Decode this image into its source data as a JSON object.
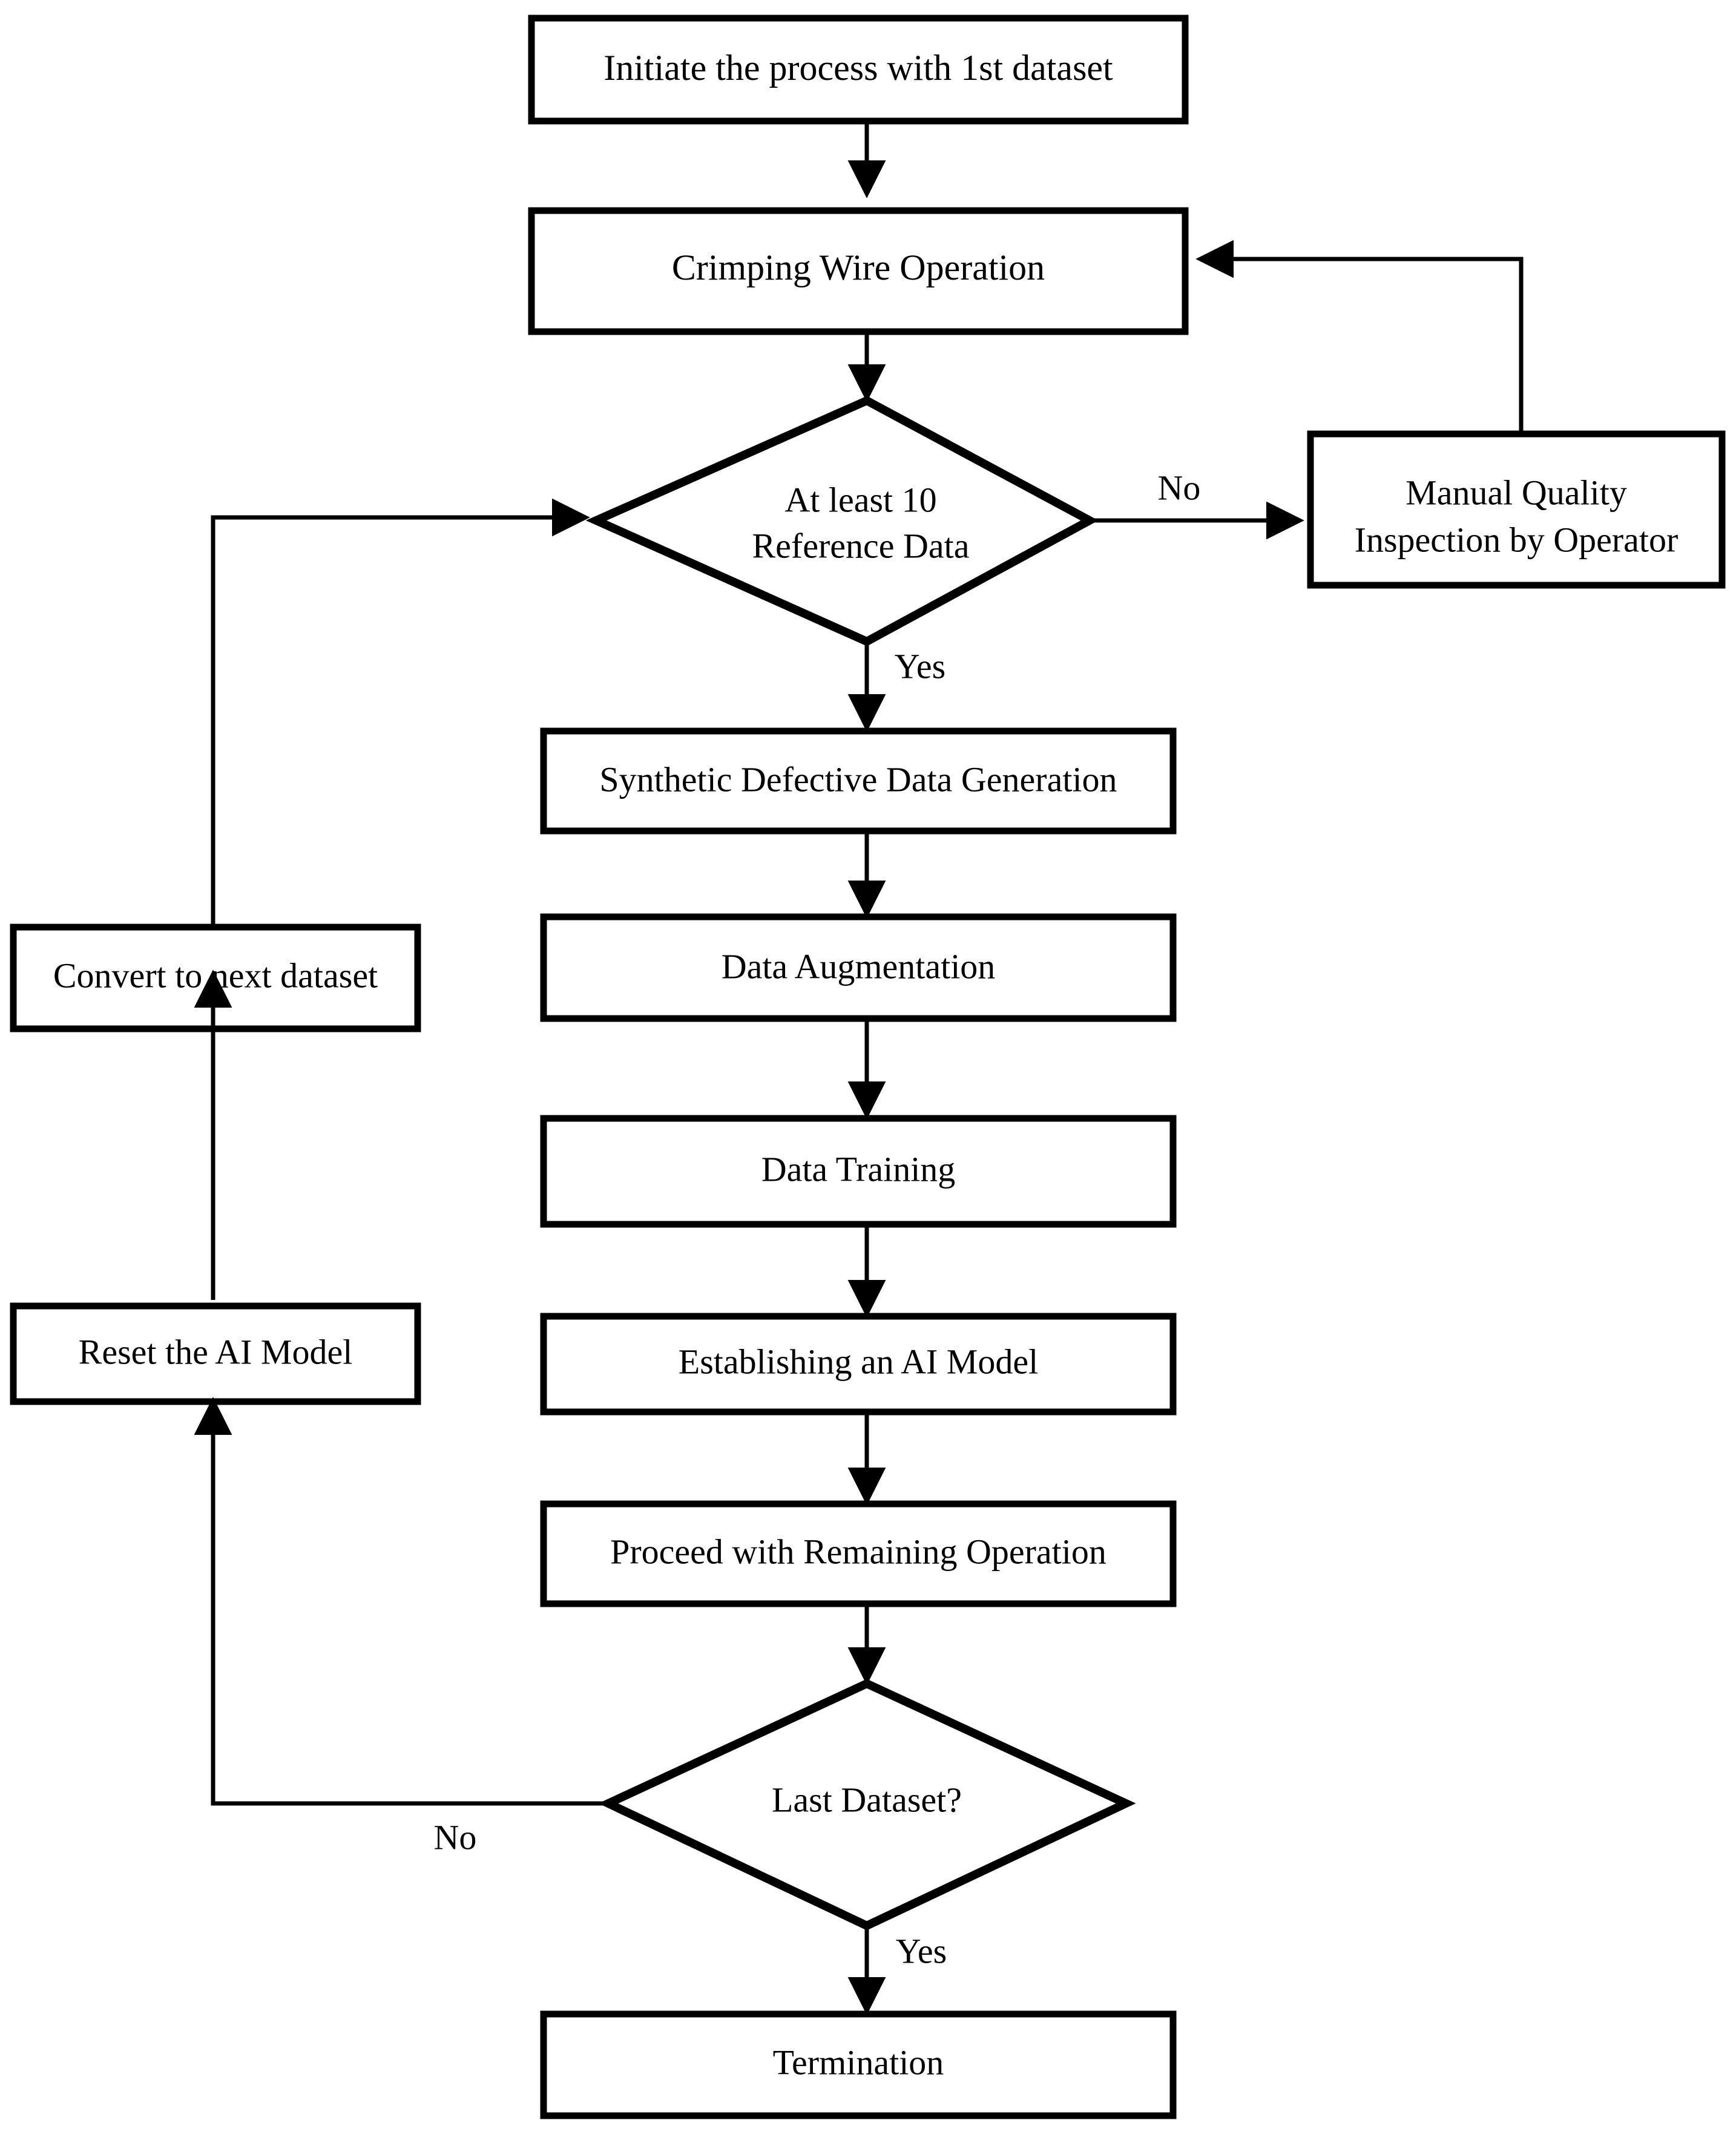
{
  "diagram": {
    "type": "flowchart",
    "orientation": "top-to-bottom",
    "background_color": "#ffffff",
    "line_color": "#000000",
    "text_color": "#000000",
    "nodes": [
      {
        "id": "start",
        "shape": "rectangle",
        "label": "Initiate the process with 1st dataset"
      },
      {
        "id": "crimping",
        "shape": "rectangle",
        "label": "Crimping Wire Operation"
      },
      {
        "id": "refdata",
        "shape": "diamond",
        "label_line1": "At least 10",
        "label_line2": "Reference Data"
      },
      {
        "id": "manual",
        "shape": "rectangle",
        "label_line1": "Manual Quality",
        "label_line2": "Inspection by Operator"
      },
      {
        "id": "synthetic",
        "shape": "rectangle",
        "label": "Synthetic Defective Data Generation"
      },
      {
        "id": "augment",
        "shape": "rectangle",
        "label": "Data Augmentation"
      },
      {
        "id": "training",
        "shape": "rectangle",
        "label": "Data Training"
      },
      {
        "id": "establish",
        "shape": "rectangle",
        "label": "Establishing an AI Model"
      },
      {
        "id": "remaining",
        "shape": "rectangle",
        "label": "Proceed with Remaining Operation"
      },
      {
        "id": "lastdataset",
        "shape": "diamond",
        "label": "Last Dataset?"
      },
      {
        "id": "termination",
        "shape": "rectangle",
        "label": "Termination"
      },
      {
        "id": "convert",
        "shape": "rectangle",
        "label": "Convert to next dataset"
      },
      {
        "id": "reset",
        "shape": "rectangle",
        "label": "Reset the AI Model"
      }
    ],
    "edge_labels": {
      "refdata_no": "No",
      "refdata_yes": "Yes",
      "lastdataset_no": "No",
      "lastdataset_yes": "Yes"
    },
    "edges": [
      {
        "from": "start",
        "to": "crimping",
        "label": ""
      },
      {
        "from": "crimping",
        "to": "refdata",
        "label": ""
      },
      {
        "from": "refdata",
        "to": "manual",
        "label": "No"
      },
      {
        "from": "manual",
        "to": "crimping",
        "label": ""
      },
      {
        "from": "refdata",
        "to": "synthetic",
        "label": "Yes"
      },
      {
        "from": "synthetic",
        "to": "augment",
        "label": ""
      },
      {
        "from": "augment",
        "to": "training",
        "label": ""
      },
      {
        "from": "training",
        "to": "establish",
        "label": ""
      },
      {
        "from": "establish",
        "to": "remaining",
        "label": ""
      },
      {
        "from": "remaining",
        "to": "lastdataset",
        "label": ""
      },
      {
        "from": "lastdataset",
        "to": "termination",
        "label": "Yes"
      },
      {
        "from": "lastdataset",
        "to": "reset",
        "label": "No"
      },
      {
        "from": "reset",
        "to": "convert",
        "label": ""
      },
      {
        "from": "convert",
        "to": "refdata",
        "label": ""
      }
    ]
  }
}
